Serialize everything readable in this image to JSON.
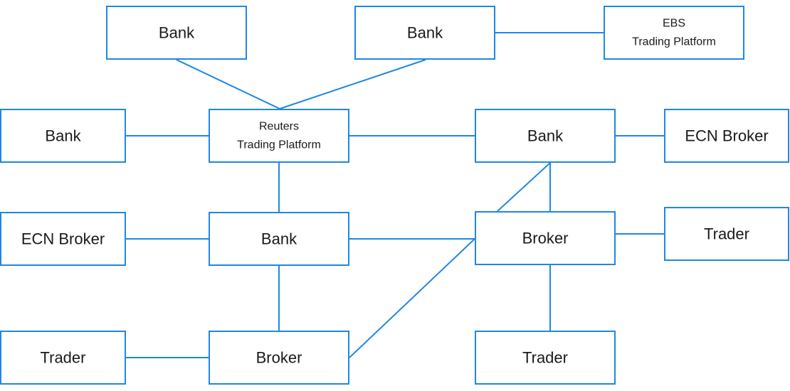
{
  "colors": {
    "accent": "#1f87e5",
    "text": "#1a1a1a",
    "background": "#ffffff"
  },
  "nodes": {
    "bank_top_left": {
      "lines": [
        "Bank"
      ]
    },
    "bank_top_mid": {
      "lines": [
        "Bank"
      ]
    },
    "ebs_platform": {
      "lines": [
        "EBS",
        "Trading Platform"
      ]
    },
    "bank_left": {
      "lines": [
        "Bank"
      ]
    },
    "reuters_platform": {
      "lines": [
        "Reuters",
        "Trading Platform"
      ]
    },
    "bank_right": {
      "lines": [
        "Bank"
      ]
    },
    "ecn_broker_right": {
      "lines": [
        "ECN Broker"
      ]
    },
    "ecn_broker_left": {
      "lines": [
        "ECN Broker"
      ]
    },
    "bank_center": {
      "lines": [
        "Bank"
      ]
    },
    "broker_right": {
      "lines": [
        "Broker"
      ]
    },
    "trader_right": {
      "lines": [
        "Trader"
      ]
    },
    "trader_bottom_left": {
      "lines": [
        "Trader"
      ]
    },
    "broker_bottom": {
      "lines": [
        "Broker"
      ]
    },
    "trader_bottom_right": {
      "lines": [
        "Trader"
      ]
    }
  },
  "edges": [
    [
      "bank_top_left",
      "reuters_platform"
    ],
    [
      "bank_top_mid",
      "reuters_platform"
    ],
    [
      "bank_top_mid",
      "ebs_platform"
    ],
    [
      "bank_left",
      "reuters_platform"
    ],
    [
      "reuters_platform",
      "bank_right"
    ],
    [
      "bank_right",
      "ecn_broker_right"
    ],
    [
      "reuters_platform",
      "bank_center"
    ],
    [
      "ecn_broker_left",
      "bank_center"
    ],
    [
      "bank_center",
      "broker_right"
    ],
    [
      "bank_right",
      "broker_right"
    ],
    [
      "bank_right",
      "broker_right"
    ],
    [
      "broker_right",
      "trader_right"
    ],
    [
      "broker_right",
      "trader_bottom_right"
    ],
    [
      "bank_center",
      "broker_bottom"
    ],
    [
      "trader_bottom_left",
      "broker_bottom"
    ],
    [
      "broker_bottom",
      "broker_right"
    ]
  ]
}
